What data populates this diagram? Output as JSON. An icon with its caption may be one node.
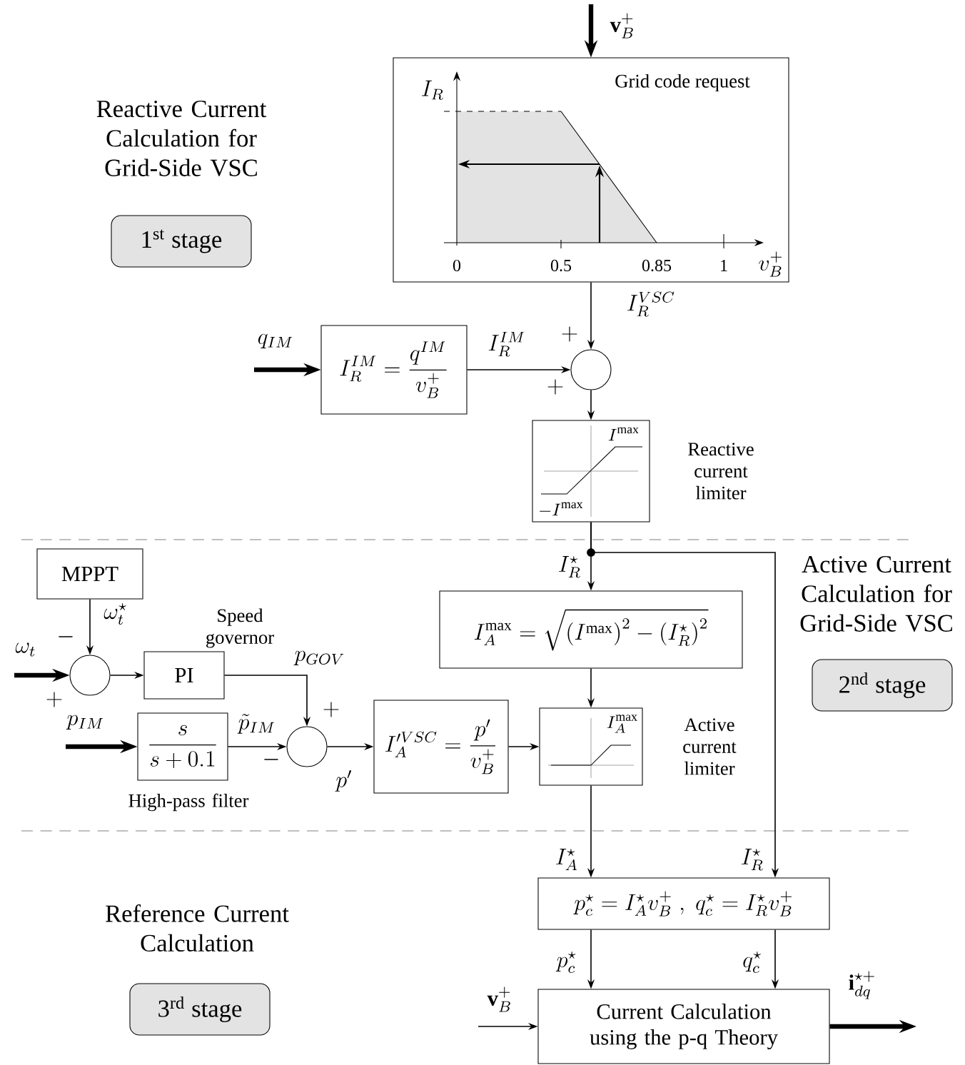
{
  "diagram": {
    "nodes": [
      {
        "text": [
          "Grid code request"
        ]
      },
      {
        "text": [],
        "shape": "circle"
      },
      {
        "text": [
          "I_R^{IM} = \\frac{q^{IM}}{v_B^+}"
        ]
      },
      {
        "text": [
          "I^{\\max}",
          "-I^{\\max}"
        ],
        "beside": [
          "Reactive current limiter"
        ]
      },
      {
        "text": [
          "MPPT"
        ]
      },
      {
        "text": [],
        "shape": "circle"
      },
      {
        "text": [
          "PI"
        ],
        "beside": [
          "Speed governor"
        ]
      },
      {
        "text": [
          "\\frac{s}{s+0.1}"
        ],
        "beside": [
          "High-pass filter"
        ]
      },
      {
        "text": [],
        "shape": "circle"
      },
      {
        "text": [
          "I_A^{\\prime VSC} = \\frac{p'}{v_B^+}"
        ]
      },
      {
        "text": [
          "I_A^{\\max} = \\sqrt{\\left(I^{\\max}\\right)^2 - \\left(I_R^{\\star}\\right)^2}"
        ]
      },
      {
        "text": [
          "I_A^{\\max}"
        ],
        "beside": [
          "Active current limiter"
        ]
      },
      {
        "text": [
          "p_c^{\\star} = I_A^{\\star} v_B^+ \\; , \\; q_c^{\\star} = I_R^{\\star} v_B^+"
        ]
      },
      {
        "text": [
          "Current Calculation using the p-q Theory"
        ]
      },
      {
        "text": [
          "1$^{st}$ stage"
        ]
      },
      {
        "text": [
          "2$^{nd}$ stage"
        ]
      },
      {
        "text": [
          "3$^{rd}$ stage"
        ]
      }
    ],
    "edges": [
      {
        "from": null,
        "to": 0,
        "arrow": "to",
        "label": "\\mathbf{v}_B^+",
        "style": "thick"
      },
      {
        "from": 0,
        "to": 1,
        "arrow": "to",
        "label": "I_R^{VSC}"
      },
      {
        "from": null,
        "to": 2,
        "arrow": "to",
        "label": "q_{IM}",
        "style": "thick"
      },
      {
        "from": 2,
        "to": 1,
        "arrow": "to",
        "label": "I_R^{IM}"
      },
      {
        "from": 1,
        "to": 3,
        "arrow": "to"
      },
      {
        "from": 3,
        "to": 10,
        "arrow": "to",
        "label": "I_R^{\\star}"
      },
      {
        "from": 3,
        "to": 12,
        "arrow": "to",
        "label": "I_R^{\\star}"
      },
      {
        "from": 4,
        "to": 5,
        "arrow": "to",
        "label": "\\omega_t^{\\star}"
      },
      {
        "from": null,
        "to": 5,
        "arrow": "to",
        "label": "\\omega_t",
        "style": "thick"
      },
      {
        "from": 5,
        "to": 6,
        "arrow": "to"
      },
      {
        "from": 6,
        "to": 8,
        "arrow": "to",
        "label": "p_{GOV}"
      },
      {
        "from": null,
        "to": 7,
        "arrow": "to",
        "label": "p_{IM}",
        "style": "thick"
      },
      {
        "from": 7,
        "to": 8,
        "arrow": "to",
        "label": "\\tilde{p}_{IM}"
      },
      {
        "from": 8,
        "to": 9,
        "arrow": "to",
        "label": "p'"
      },
      {
        "from": 9,
        "to": 11,
        "arrow": "to"
      },
      {
        "from": 10,
        "to": 11,
        "arrow": "to"
      },
      {
        "from": 11,
        "to": 12,
        "arrow": "to",
        "label": "I_A^{\\star}"
      },
      {
        "from": 12,
        "to": 13,
        "arrow": "to",
        "label": "p_c^{\\star}"
      },
      {
        "from": 12,
        "to": 13,
        "arrow": "to",
        "label": "q_c^{\\star}"
      },
      {
        "from": null,
        "to": 13,
        "arrow": "to",
        "label": "\\mathbf{v}_B^+"
      },
      {
        "from": 13,
        "to": null,
        "arrow": "to",
        "label": "\\mathbf{i}_{dq}^{\\star +}",
        "style": "thick"
      }
    ],
    "labels": [
      "Reactive Current Calculation for Grid-Side VSC",
      "Active Current Calculation for Grid-Side VSC",
      "Reference Current Calculation",
      "I_R",
      "0",
      "0.5",
      "0.85",
      "1",
      "v_B^+",
      "+",
      "+",
      "-",
      "+",
      "+",
      "-"
    ]
  }
}
